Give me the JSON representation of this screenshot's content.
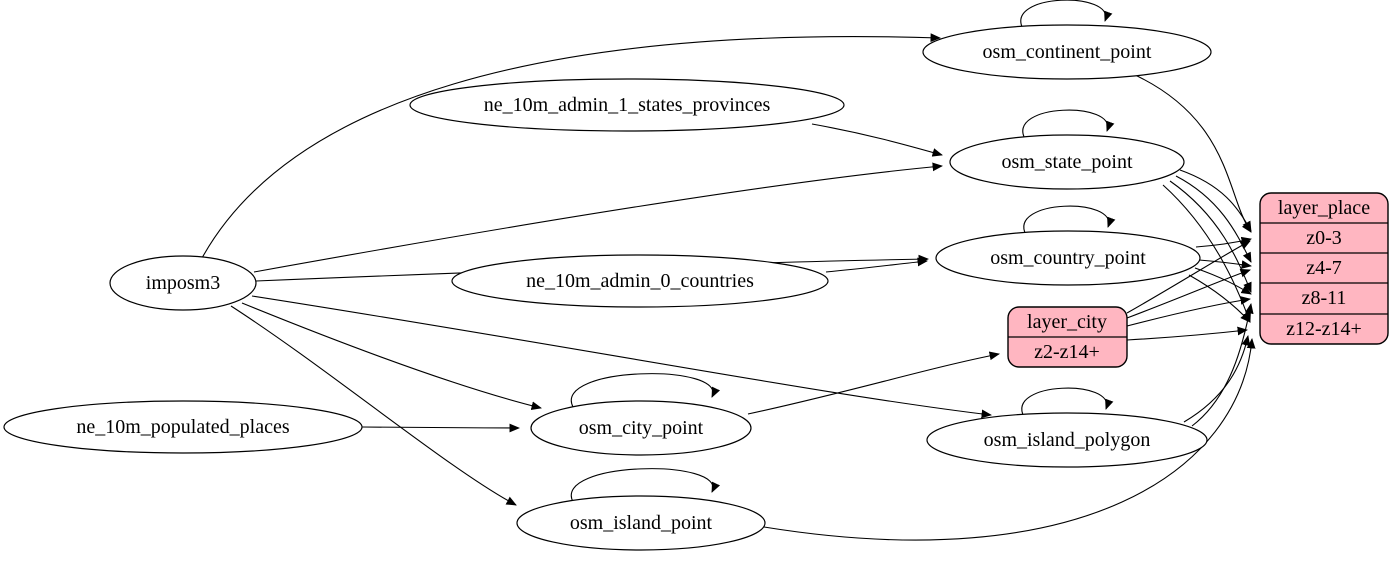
{
  "diagram": {
    "type": "graphviz-etl-flow",
    "background": "#ffffff",
    "colors": {
      "node_fill": "#ffffff",
      "table_fill": "#ffb6c1",
      "stroke": "#000000",
      "text": "#000000"
    },
    "nodes": {
      "imposm3": "imposm3",
      "ne_10m_admin_1_states_provinces": "ne_10m_admin_1_states_provinces",
      "ne_10m_admin_0_countries": "ne_10m_admin_0_countries",
      "ne_10m_populated_places": "ne_10m_populated_places",
      "osm_continent_point": "osm_continent_point",
      "osm_state_point": "osm_state_point",
      "osm_country_point": "osm_country_point",
      "osm_city_point": "osm_city_point",
      "osm_island_polygon": "osm_island_polygon",
      "osm_island_point": "osm_island_point"
    },
    "tables": {
      "layer_city": {
        "title": "layer_city",
        "rows": [
          "z2-z14+"
        ]
      },
      "layer_place": {
        "title": "layer_place",
        "rows": [
          "z0-3",
          "z4-7",
          "z8-11",
          "z12-z14+"
        ]
      }
    },
    "edges": [
      {
        "from": "imposm3",
        "to": "osm_continent_point"
      },
      {
        "from": "imposm3",
        "to": "osm_state_point"
      },
      {
        "from": "imposm3",
        "to": "osm_country_point"
      },
      {
        "from": "imposm3",
        "to": "osm_city_point"
      },
      {
        "from": "imposm3",
        "to": "osm_island_polygon"
      },
      {
        "from": "imposm3",
        "to": "osm_island_point"
      },
      {
        "from": "ne_10m_admin_1_states_provinces",
        "to": "osm_state_point"
      },
      {
        "from": "ne_10m_admin_0_countries",
        "to": "osm_country_point"
      },
      {
        "from": "ne_10m_populated_places",
        "to": "osm_city_point"
      },
      {
        "from": "osm_continent_point",
        "to": "osm_continent_point"
      },
      {
        "from": "osm_state_point",
        "to": "osm_state_point"
      },
      {
        "from": "osm_country_point",
        "to": "osm_country_point"
      },
      {
        "from": "osm_city_point",
        "to": "osm_city_point"
      },
      {
        "from": "osm_island_polygon",
        "to": "osm_island_polygon"
      },
      {
        "from": "osm_island_point",
        "to": "osm_island_point"
      },
      {
        "from": "osm_continent_point",
        "to": "layer_place:z0-3"
      },
      {
        "from": "osm_state_point",
        "to": "layer_place:z0-3"
      },
      {
        "from": "osm_state_point",
        "to": "layer_place:z4-7"
      },
      {
        "from": "osm_state_point",
        "to": "layer_place:z8-11"
      },
      {
        "from": "osm_state_point",
        "to": "layer_place:z12-z14+"
      },
      {
        "from": "osm_country_point",
        "to": "layer_place:z0-3"
      },
      {
        "from": "osm_country_point",
        "to": "layer_place:z4-7"
      },
      {
        "from": "osm_country_point",
        "to": "layer_place:z8-11"
      },
      {
        "from": "osm_country_point",
        "to": "layer_place:z12-z14+"
      },
      {
        "from": "osm_city_point",
        "to": "layer_city:z2-z14+"
      },
      {
        "from": "layer_city",
        "to": "layer_place:z0-3"
      },
      {
        "from": "layer_city",
        "to": "layer_place:z4-7"
      },
      {
        "from": "layer_city",
        "to": "layer_place:z8-11"
      },
      {
        "from": "layer_city",
        "to": "layer_place:z12-z14+"
      },
      {
        "from": "osm_island_polygon",
        "to": "layer_place:z8-11"
      },
      {
        "from": "osm_island_polygon",
        "to": "layer_place:z12-z14+"
      },
      {
        "from": "osm_island_point",
        "to": "layer_place:z12-z14+"
      }
    ]
  }
}
